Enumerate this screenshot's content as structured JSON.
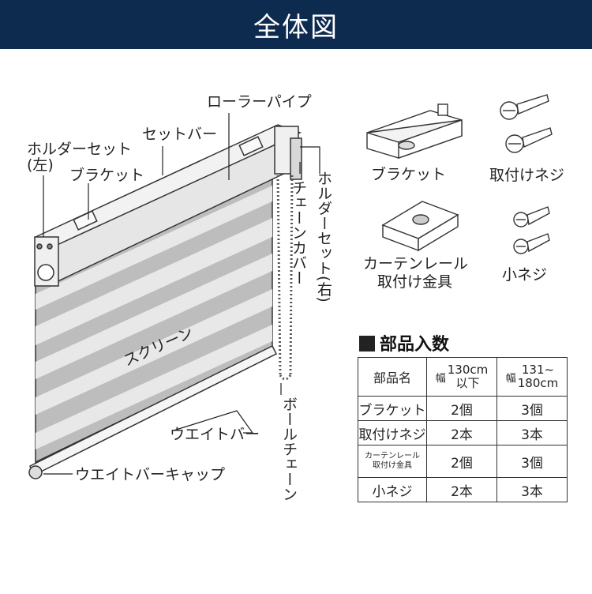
{
  "header": {
    "title": "全体図"
  },
  "diagram": {
    "labels": {
      "roller_pipe": "ローラーパイプ",
      "set_bar": "セットバー",
      "holder_left_1": "ホルダーセット",
      "holder_left_2": "(左)",
      "bracket": "ブラケット",
      "holder_right": "ホルダーセット(右)",
      "chain_cover": "チェーンカバー",
      "screen": "スクリーン",
      "ball_chain": "ボールチェーン",
      "weight_bar": "ウエイトバー",
      "weight_bar_cap": "ウエイトバーキャップ"
    }
  },
  "parts_icons": {
    "bracket": "ブラケット",
    "mounting_screw": "取付けネジ",
    "curtain_rail_1": "カーテンレール",
    "curtain_rail_2": "取付け金具",
    "small_screw": "小ネジ"
  },
  "parts_table": {
    "title": "部品入数",
    "headers": {
      "name": "部品名",
      "width_kanji": "幅",
      "col1_line1": "130cm",
      "col1_line2": "以下",
      "col2_line1": "131~",
      "col2_line2": "180cm"
    },
    "rows": [
      {
        "name": "ブラケット",
        "a": "2個",
        "b": "3個"
      },
      {
        "name": "取付けネジ",
        "a": "2本",
        "b": "3本"
      },
      {
        "name_1": "カーテンレール",
        "name_2": "取付け金具",
        "a": "2個",
        "b": "3個"
      },
      {
        "name": "小ネジ",
        "a": "2本",
        "b": "3本"
      }
    ]
  }
}
